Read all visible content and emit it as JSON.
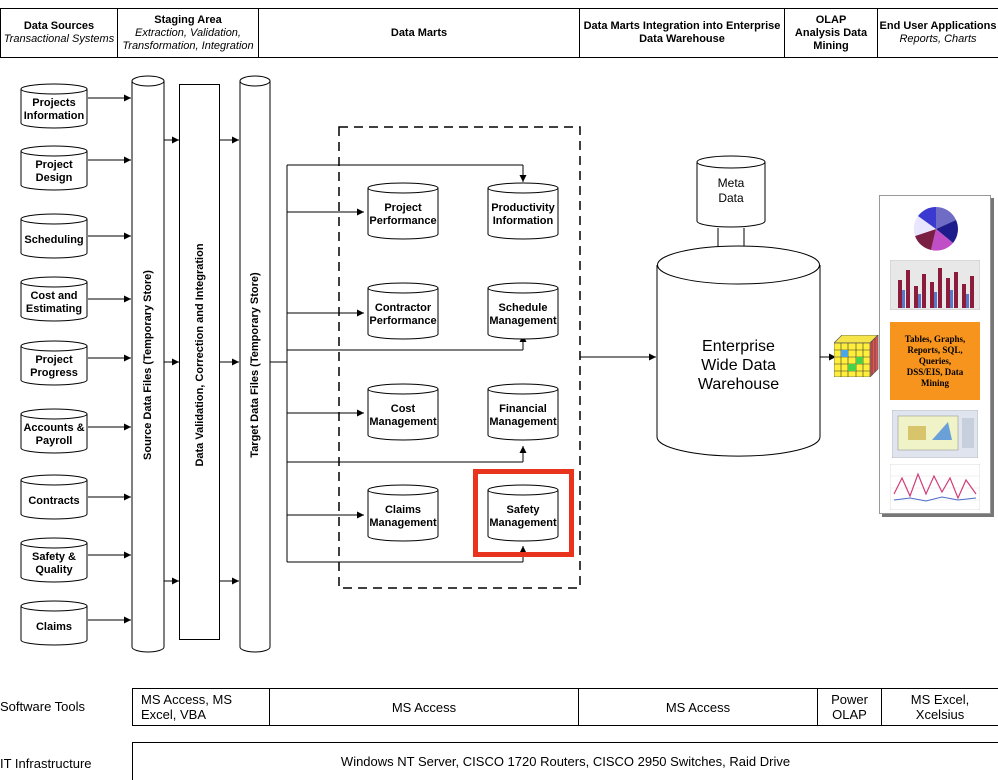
{
  "header": [
    {
      "title": "Data Sources",
      "subtitle": "Transactional Systems"
    },
    {
      "title": "Staging Area",
      "subtitle": "Extraction, Validation, Transformation, Integration"
    },
    {
      "title": "Data Marts",
      "subtitle": ""
    },
    {
      "title": "Data Marts Integration into Enterprise Data Warehouse",
      "subtitle": ""
    },
    {
      "title": "OLAP Analysis Data Mining",
      "subtitle": ""
    },
    {
      "title": "End User Applications",
      "subtitle": "Reports, Charts"
    }
  ],
  "sources": [
    "Projects Information",
    "Project Design",
    "Scheduling",
    "Cost and Estimating",
    "Project Progress",
    "Accounts & Payroll",
    "Contracts",
    "Safety & Quality",
    "Claims"
  ],
  "staging": {
    "source_files": "Source Data Files (Temporary Store)",
    "validation": "Data  Validation, Correction and Integration",
    "target_files": "Target Data Files (Temporary Store)"
  },
  "marts": [
    "Project Performance",
    "Productivity Information",
    "Contractor Performance",
    "Schedule Management",
    "Cost Management",
    "Financial Management",
    "Claims Management",
    "Safety Management"
  ],
  "highlight_color": "#e8341c",
  "meta_data": "Meta Data",
  "warehouse": "Enterprise Wide Data Warehouse",
  "report_box_text": "Tables, Graphs, Reports, SQL, Queries, DSS/EIS, Data Mining",
  "software_tools": {
    "label": "Software Tools",
    "cells": [
      "MS Access, MS Excel, VBA",
      "MS Access",
      "MS Access",
      "Power OLAP",
      "MS Excel, Xcelsius"
    ]
  },
  "it_infrastructure": {
    "label": "IT Infrastructure",
    "text": "Windows NT Server, CISCO 1720 Routers, CISCO 2950 Switches, Raid Drive"
  }
}
